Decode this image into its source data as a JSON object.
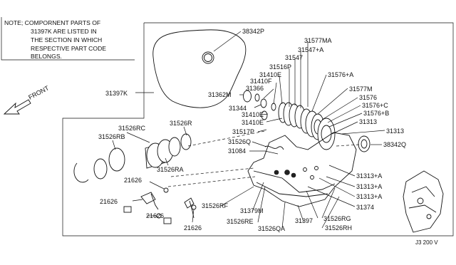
{
  "note": {
    "lines": [
      "NOTE; COMPORNENT PARTS OF",
      "31397K ARE LISTED IN",
      "THE SECTION IN WHICH",
      "RESPECTIVE PART CODE",
      "BELONGS."
    ]
  },
  "front_label": "FRONT",
  "diagram_code": "J3 200 V",
  "labels": {
    "p38342P": "38342P",
    "p31577MA": "31577MA",
    "p31547A": "31547+A",
    "p31547": "31547",
    "p31516P": "31516P",
    "p31410E_a": "31410E",
    "p31410F": "31410F",
    "p31366": "31366",
    "p31362M": "31362M",
    "p31397K": "31397K",
    "p31576A": "31576+A",
    "p31577M": "31577M",
    "p31576": "31576",
    "p31576C": "31576+C",
    "p31576B": "31576+B",
    "p31313_a": "31313",
    "p31313_b": "31313",
    "p31344": "31344",
    "p31410E_b": "31410E",
    "p31410E_c": "31410E",
    "p31517P": "31517P",
    "p31526Q": "31526Q",
    "p31084": "31084",
    "p38342Q": "38342Q",
    "p31526RC": "31526RC",
    "p31526RB": "31526RB",
    "p31526R": "31526R",
    "p31526RA": "31526RA",
    "p21626_a": "21626",
    "p21626_b": "21626",
    "p21626_c": "21626",
    "p21626_d": "21626",
    "p31313A_a": "31313+A",
    "p31313A_b": "31313+A",
    "p31313A_c": "31313+A",
    "p31374": "31374",
    "p31379M": "31379M",
    "p31526RF": "31526RF",
    "p31526RE": "31526RE",
    "p31526QA": "31526QA",
    "p31397": "31397",
    "p31526RG": "31526RG",
    "p31526RH": "31526RH"
  }
}
